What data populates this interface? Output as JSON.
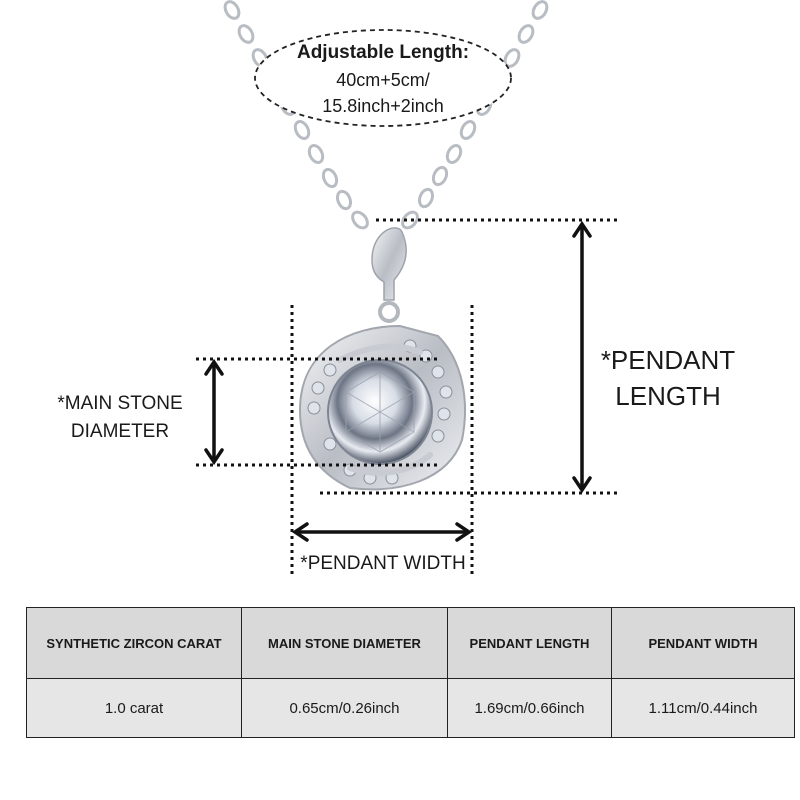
{
  "callout": {
    "title": "Adjustable Length:",
    "line1": "40cm+5cm/",
    "line2": "15.8inch+2inch"
  },
  "dimension_labels": {
    "main_stone": [
      "*MAIN STONE",
      "DIAMETER"
    ],
    "pendant_length": [
      "*PENDANT",
      "LENGTH"
    ],
    "pendant_width": "*PENDANT WIDTH"
  },
  "spec_table": {
    "headers": [
      "SYNTHETIC ZIRCON CARAT",
      "MAIN STONE DIAMETER",
      "PENDANT LENGTH",
      "PENDANT WIDTH"
    ],
    "values": [
      "1.0 carat",
      "0.65cm/0.26inch",
      "1.69cm/0.66inch",
      "1.11cm/0.44inch"
    ]
  },
  "colors": {
    "header_bg": "#d9d9d9",
    "value_bg": "#e6e6e6",
    "metal": "#c9ccd1",
    "line": "#111111"
  }
}
